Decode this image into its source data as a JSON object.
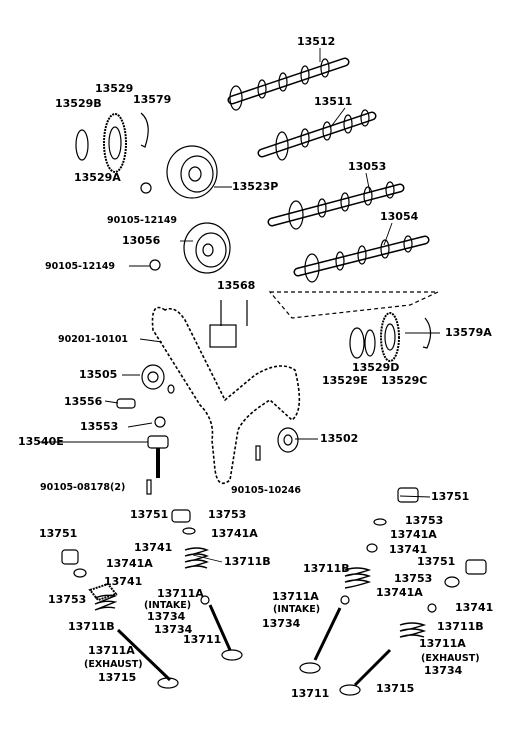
{
  "labels": {
    "p13512": "13512",
    "p13529": "13529",
    "p13529B": "13529B",
    "p13579": "13579",
    "p13511": "13511",
    "p13529A": "13529A",
    "p13053": "13053",
    "p13523P": "13523P",
    "p90105_12149_a": "90105-12149",
    "p13054": "13054",
    "p13056": "13056",
    "p90105_12149_b": "90105-12149",
    "p13568": "13568",
    "p90201_10101": "90201-10101",
    "p13579A": "13579A",
    "p13529D": "13529D",
    "p13505": "13505",
    "p13529E": "13529E",
    "p13529C": "13529C",
    "p13556": "13556",
    "p13553": "13553",
    "p13540E": "13540E",
    "p13502": "13502",
    "p90105_08178": "90105-08178(2)",
    "p90105_10246": "90105-10246",
    "p13751_r": "13751",
    "p13751_c": "13751",
    "p13753_c": "13753",
    "p13753_r": "13753",
    "p13741A_c": "13741A",
    "p13741A_r": "13741A",
    "p13741_c": "13741",
    "p13741_r": "13741",
    "p13711B_c": "13711B",
    "p13711B_r": "13711B",
    "p13751_l": "13751",
    "p13751_r2": "13751",
    "p13741A_l": "13741A",
    "p13753_r2": "13753",
    "p13741_l": "13741",
    "p13741A_r2": "13741A",
    "p13753_l": "13753",
    "p13711A_c": "13711A",
    "p13711A_r": "13711A",
    "p13741_r2": "13741",
    "intake_c": "(INTAKE)",
    "intake_r": "(INTAKE)",
    "p13711B_l": "13711B",
    "p13734_c": "13734",
    "p13734_c2": "13734",
    "p13734_r": "13734",
    "p13711B_r2": "13711B",
    "p13711A_l": "13711A",
    "p13711_c": "13711",
    "p13711A_r2": "13711A",
    "exhaust_l": "(EXHAUST)",
    "exhaust_r": "(EXHAUST)",
    "p13734_r2": "13734",
    "p13715_l": "13715",
    "p13711_r": "13711",
    "p13715_r": "13715"
  }
}
